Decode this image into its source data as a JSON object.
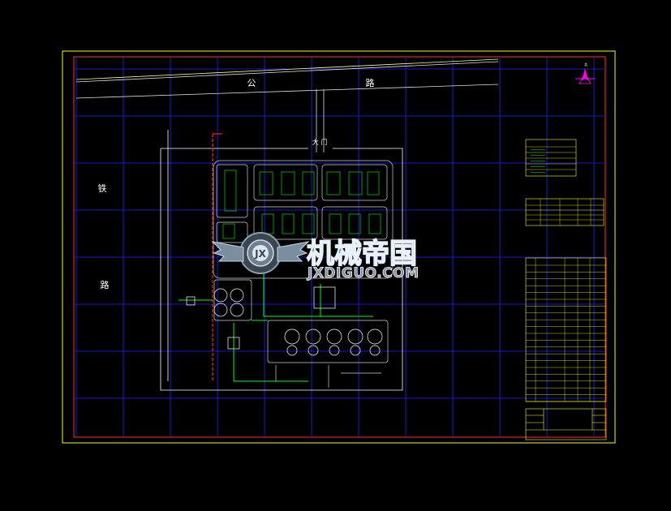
{
  "labels": {
    "road": [
      "公",
      "路"
    ],
    "rail": [
      "铁",
      "路"
    ],
    "gate": "大 门",
    "north": "北"
  },
  "watermark": {
    "cn": "机械帝国",
    "en": "JXDIGUO.COM",
    "badge": "JX"
  },
  "colors": {
    "frame": "#ffff00",
    "grid": "#2020ff",
    "border": "#ff0000",
    "road": "#ffffff",
    "pipe": "#00ff00",
    "wall": "#ff2020",
    "table": "#ffff00",
    "north": "#ff00ff"
  }
}
